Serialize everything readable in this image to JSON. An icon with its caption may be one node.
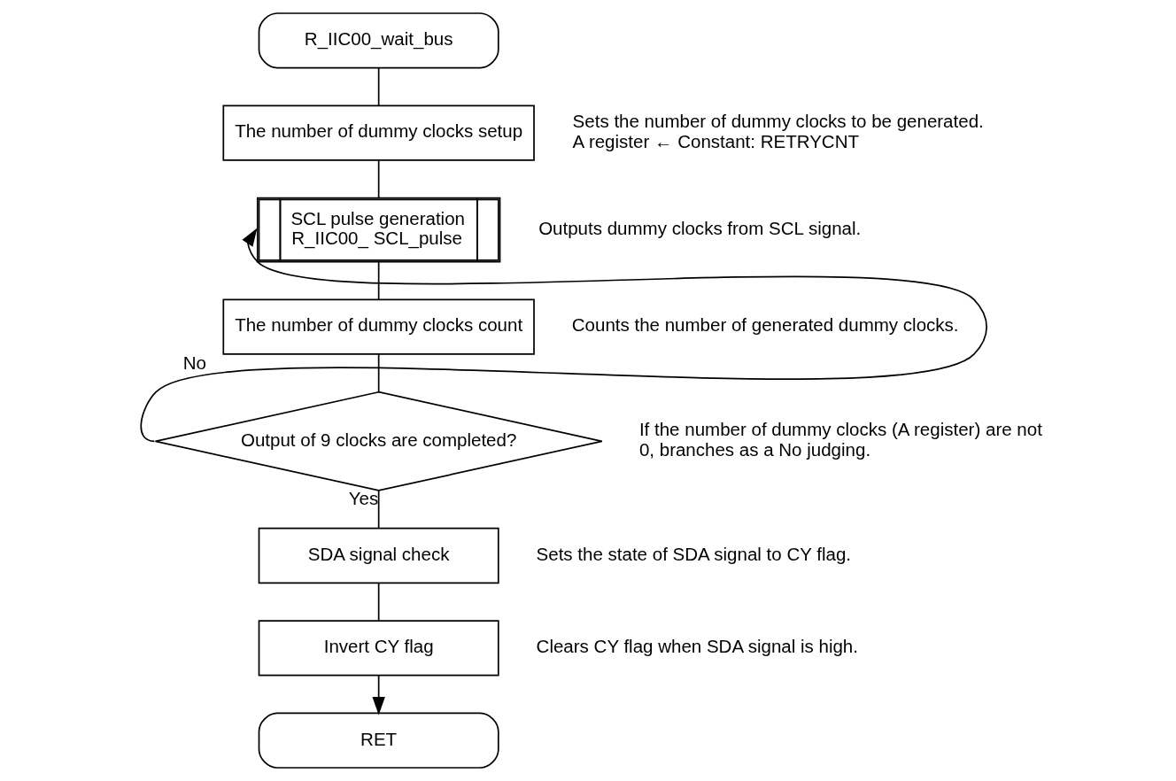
{
  "diagram": {
    "nodes": [
      {
        "text": [
          "R_IIC00_wait_bus"
        ]
      },
      {
        "text": [
          "The number of dummy clocks setup"
        ],
        "beside": [
          "Sets the number of dummy clocks to be generated.",
          "A register ← Constant: RETRYCNT"
        ]
      },
      {
        "text": [
          "SCL pulse generation",
          "R_IIC00_ SCL_pulse"
        ],
        "beside": [
          "Outputs dummy clocks from SCL signal."
        ]
      },
      {
        "text": [
          "The number of dummy clocks count"
        ],
        "beside": [
          "Counts the number of generated dummy clocks."
        ]
      },
      {
        "text": [
          "Output of 9 clocks are completed?"
        ],
        "beside": [
          "If the number of dummy clocks (A register) are not 0, branches as a No judging."
        ]
      },
      {
        "text": [
          "SDA signal check"
        ],
        "beside": [
          "Sets the state of SDA signal to CY flag."
        ]
      },
      {
        "text": [
          "Invert CY flag"
        ],
        "beside": [
          "Clears CY flag when SDA signal is high."
        ]
      },
      {
        "text": [
          "RET"
        ]
      }
    ],
    "edges": [
      {
        "from": 0,
        "to": 1,
        "arrow": "none"
      },
      {
        "from": 1,
        "to": 2,
        "arrow": "none"
      },
      {
        "from": 2,
        "to": 3,
        "arrow": "none"
      },
      {
        "from": 3,
        "to": 4,
        "arrow": "none"
      },
      {
        "from": 4,
        "to": 2,
        "arrow": "to",
        "label": "No"
      },
      {
        "from": 4,
        "to": 5,
        "arrow": "none",
        "label": "Yes"
      },
      {
        "from": 5,
        "to": 6,
        "arrow": "none"
      },
      {
        "from": 6,
        "to": 7,
        "arrow": "to"
      }
    ]
  }
}
